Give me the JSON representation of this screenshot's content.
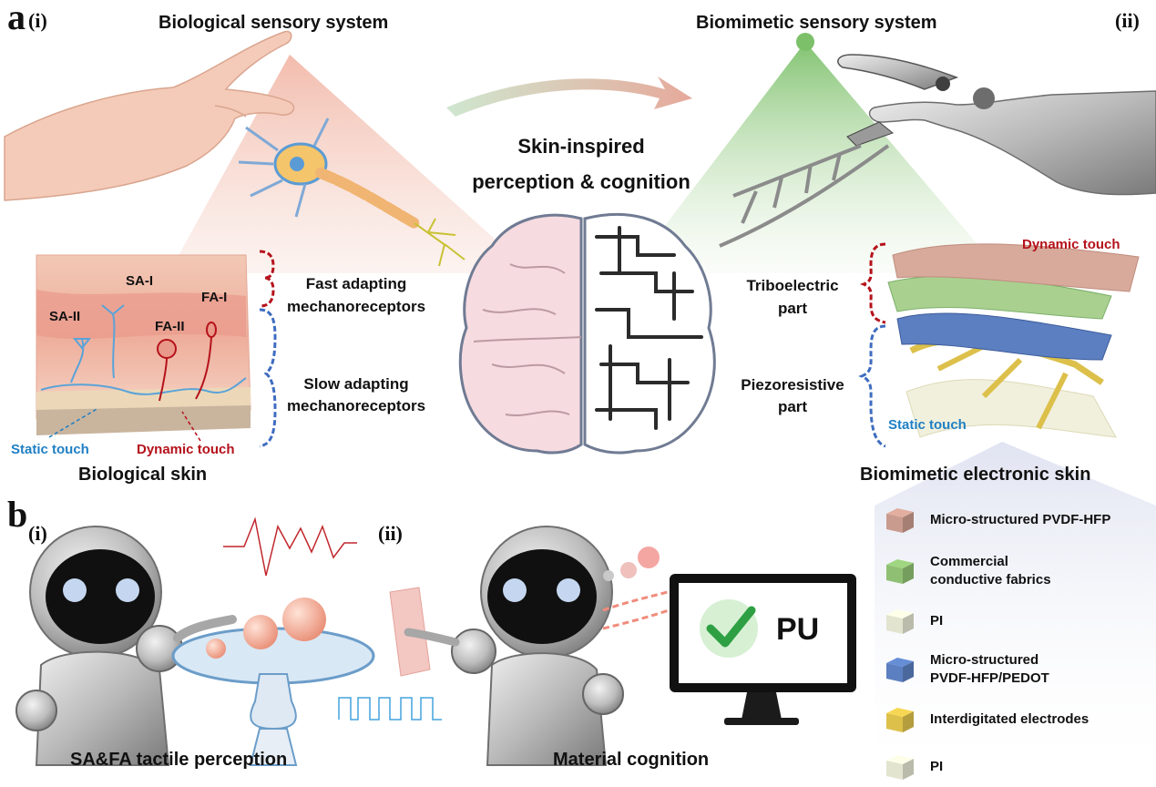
{
  "panel_a": {
    "letter": "a",
    "left_sub": "(i)",
    "right_sub": "(ii)",
    "left_title": "Biological sensory system",
    "right_title": "Biomimetic sensory system",
    "center_title_line1": "Skin-inspired",
    "center_title_line2": "perception & cognition",
    "bio_skin": {
      "receptors": [
        "SA-I",
        "SA-II",
        "FA-I",
        "FA-II"
      ],
      "fast_line1": "Fast adapting",
      "fast_line2": "mechanoreceptors",
      "slow_line1": "Slow adapting",
      "slow_line2": "mechanoreceptors",
      "static_touch": "Static touch",
      "dynamic_touch": "Dynamic touch",
      "caption": "Biological skin"
    },
    "e_skin": {
      "dynamic_touch": "Dynamic touch",
      "static_touch": "Static touch",
      "tribo_line1": "Triboelectric",
      "tribo_line2": "part",
      "piezo_line1": "Piezoresistive",
      "piezo_line2": "part",
      "caption": "Biomimetic electronic skin"
    }
  },
  "panel_b": {
    "letter": "b",
    "left_sub": "(i)",
    "right_sub": "(ii)",
    "left_caption": "SA&FA tactile perception",
    "right_caption": "Material cognition",
    "screen_text": "PU"
  },
  "legend": [
    {
      "line1": "Micro-structured PVDF-HFP",
      "line2": "",
      "color": "#c99b8e"
    },
    {
      "line1": "Commercial",
      "line2": "conductive fabrics",
      "color": "#8fbf73"
    },
    {
      "line1": "PI",
      "line2": "",
      "color": "#e3e4d0"
    },
    {
      "line1": "Micro-structured",
      "line2": "PVDF-HFP/PEDOT",
      "color": "#5b7fc0"
    },
    {
      "line1": "Interdigitated electrodes",
      "line2": "",
      "color": "#dcc04a"
    },
    {
      "line1": "PI",
      "line2": "",
      "color": "#e3e4d0"
    }
  ],
  "colors": {
    "dynamic": "#b5121b",
    "static": "#1f7fc4",
    "accent_green": "#7cc06a",
    "check_green": "#2ea043"
  }
}
